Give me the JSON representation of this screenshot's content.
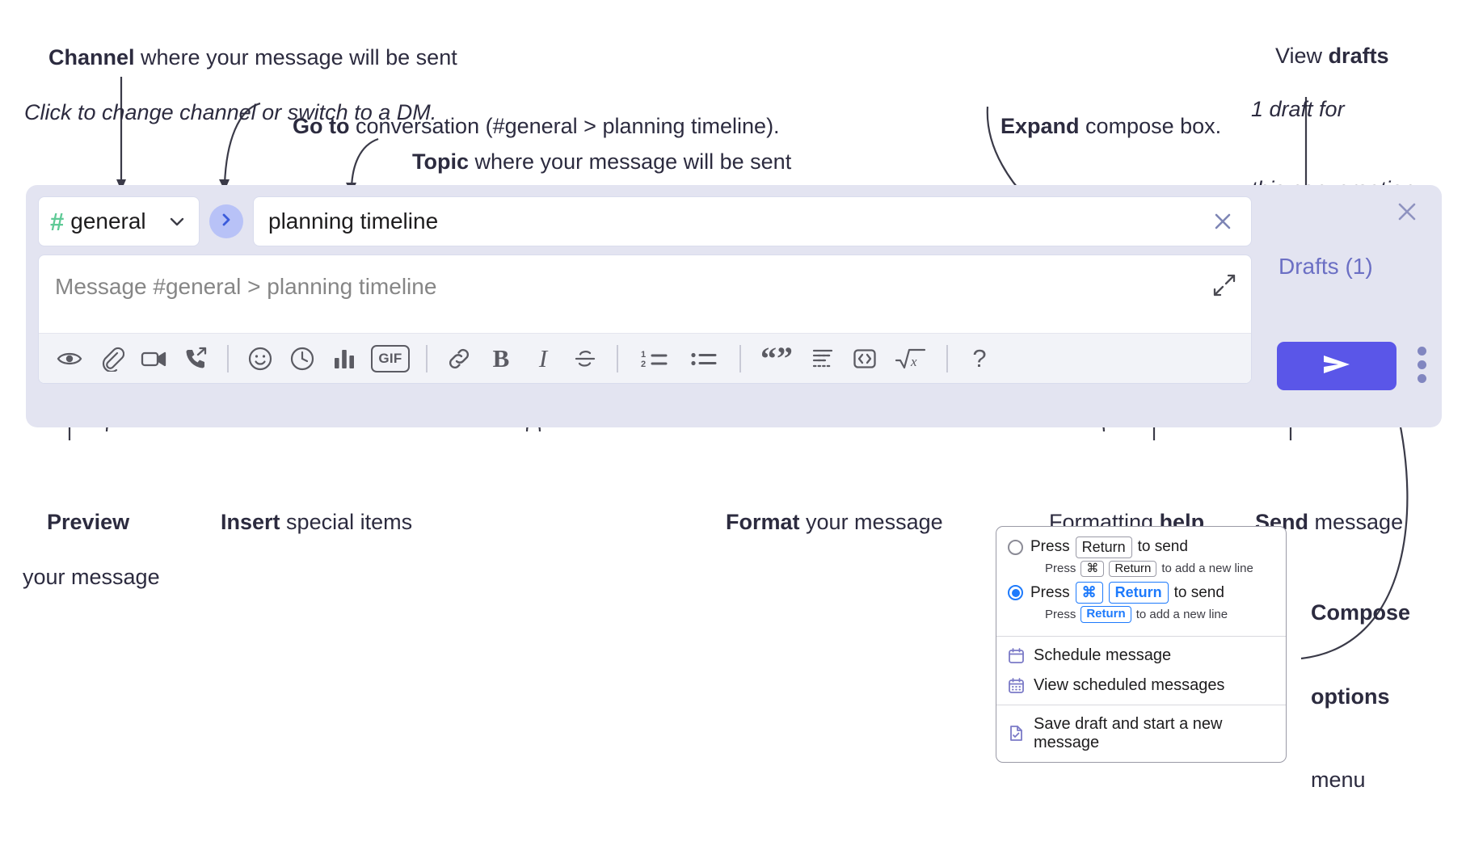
{
  "annotations": {
    "channel": {
      "bold": "Channel",
      "rest": " where your message will be sent",
      "line2": "Click to change channel or switch to a DM."
    },
    "goto": {
      "bold": "Go to",
      "rest": " conversation (#general > planning timeline)."
    },
    "topic": {
      "bold": "Topic",
      "rest": " where your message will be sent"
    },
    "expand": {
      "bold": "Expand",
      "rest": " compose box."
    },
    "drafts": {
      "pre": "View ",
      "bold": "drafts",
      "line2": "1 draft for",
      "line3": "this conversation"
    },
    "preview": {
      "bold": "Preview",
      "line2": "your message"
    },
    "insert": {
      "bold": "Insert",
      "rest": " special items"
    },
    "format": {
      "bold": "Format",
      "rest": " your message"
    },
    "help": {
      "pre": "Formatting ",
      "bold": "help"
    },
    "send": {
      "bold": "Send",
      "rest": " message"
    },
    "compose": {
      "line1": "Compose",
      "line2": "options",
      "line3": "menu"
    }
  },
  "compose": {
    "channel": {
      "hash": "#",
      "name": "general",
      "chevron_icon": "chevron-down-icon"
    },
    "goto_icon": "chevron-right-icon",
    "topic": {
      "value": "planning timeline",
      "clear_icon": "close-icon"
    },
    "message": {
      "placeholder": "Message #general > planning timeline",
      "value": "",
      "expand_icon": "expand-icon"
    },
    "panel_close_icon": "close-icon",
    "drafts_link": "Drafts (1)",
    "send_button_label": "send-icon",
    "overflow_icon": "kebab-menu-icon",
    "toolbar": [
      {
        "name": "preview-icon",
        "kind": "icon",
        "glyph": "eye"
      },
      {
        "name": "attachment-icon",
        "kind": "icon",
        "glyph": "paperclip"
      },
      {
        "name": "video-icon",
        "kind": "icon",
        "glyph": "video"
      },
      {
        "name": "call-icon",
        "kind": "icon",
        "glyph": "phone"
      },
      {
        "name": "separator-1",
        "kind": "sep"
      },
      {
        "name": "emoji-icon",
        "kind": "icon",
        "glyph": "smiley"
      },
      {
        "name": "reminder-icon",
        "kind": "icon",
        "glyph": "clock"
      },
      {
        "name": "poll-icon",
        "kind": "icon",
        "glyph": "bars"
      },
      {
        "name": "gif-icon",
        "kind": "gif",
        "label": "GIF"
      },
      {
        "name": "separator-2",
        "kind": "sep"
      },
      {
        "name": "link-icon",
        "kind": "icon",
        "glyph": "link"
      },
      {
        "name": "bold-button",
        "kind": "text",
        "label": "B"
      },
      {
        "name": "italic-button",
        "kind": "text",
        "label": "I"
      },
      {
        "name": "strikethrough-icon",
        "kind": "icon",
        "glyph": "strike"
      },
      {
        "name": "separator-3",
        "kind": "sep"
      },
      {
        "name": "ordered-list-icon",
        "kind": "icon",
        "glyph": "ol"
      },
      {
        "name": "bulleted-list-icon",
        "kind": "icon",
        "glyph": "ul"
      },
      {
        "name": "separator-4",
        "kind": "sep"
      },
      {
        "name": "blockquote-icon",
        "kind": "text",
        "label": "“”"
      },
      {
        "name": "code-block-icon",
        "kind": "icon",
        "glyph": "codeblock"
      },
      {
        "name": "code-icon",
        "kind": "icon",
        "glyph": "code"
      },
      {
        "name": "latex-icon",
        "kind": "icon",
        "glyph": "sqrtx"
      },
      {
        "name": "separator-5",
        "kind": "sep"
      },
      {
        "name": "formatting-help-button",
        "kind": "text",
        "label": "?"
      }
    ]
  },
  "options_menu": {
    "send_options": [
      {
        "selected": false,
        "main": {
          "pre": "Press ",
          "keys": [
            "Return"
          ],
          "post": " to send"
        },
        "sub": {
          "pre": "Press ",
          "keys": [
            "⌘",
            "Return"
          ],
          "post": " to add a new line"
        }
      },
      {
        "selected": true,
        "main": {
          "pre": "Press ",
          "keys": [
            "⌘",
            "Return"
          ],
          "post": " to send"
        },
        "sub": {
          "pre": "Press ",
          "keys": [
            "Return"
          ],
          "post": " to add a new line"
        }
      }
    ],
    "items_group_1": [
      {
        "icon": "calendar-icon",
        "label": "Schedule message"
      },
      {
        "icon": "calendar-grid-icon",
        "label": "View scheduled messages"
      }
    ],
    "items_group_2": [
      {
        "icon": "save-draft-icon",
        "label": "Save draft and start a new message"
      }
    ]
  },
  "colors": {
    "panel_bg": "#e3e4f1",
    "send_button": "#5a56e8",
    "hash_green": "#5fca96",
    "goto_circle": "#b8c2f7",
    "goto_arrow": "#3b5bdb",
    "drafts_link": "#6b6fc4",
    "accent_blue": "#1d7afc",
    "menu_icon": "#7b7ac7",
    "text": "#1d1c1d",
    "annotation_text": "#2c2b3f"
  }
}
